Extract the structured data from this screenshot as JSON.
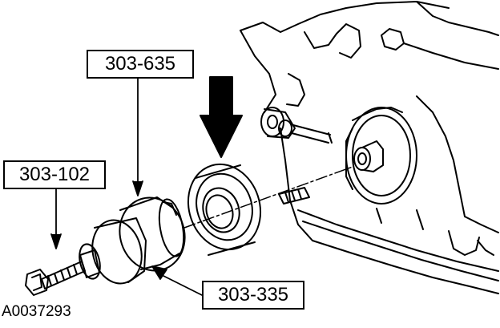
{
  "callouts": {
    "tool_303_635": "303-635",
    "tool_303_102": "303-102",
    "tool_303_335": "303-335"
  },
  "figure_id": "A0037293",
  "colors": {
    "ink": "#000000",
    "paper": "#ffffff"
  }
}
